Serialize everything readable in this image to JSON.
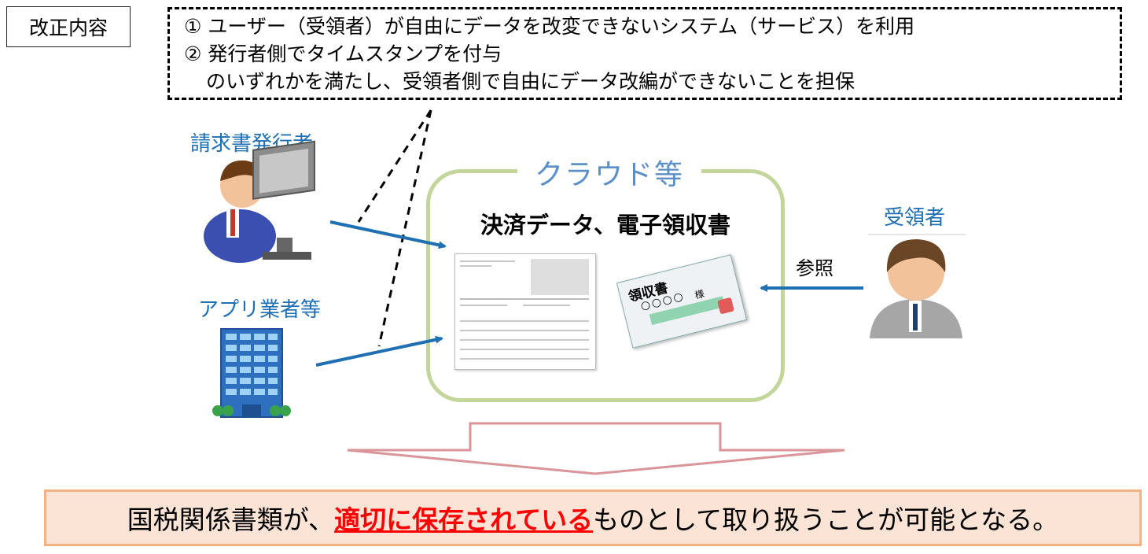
{
  "header": {
    "label": "改正内容",
    "notes": [
      "① ユーザー（受領者）が自由にデータを改変できないシステム（サービス）を利用",
      "② 発行者側でタイムスタンプを付与",
      "のいずれかを満たし、受領者側で自由にデータ改編ができないことを担保"
    ]
  },
  "actors": {
    "issuer": "請求書発行者",
    "app_vendor": "アプリ業者等",
    "recipient": "受領者"
  },
  "cloud": {
    "title": "クラウド等",
    "heading": "決済データ、電子領収書"
  },
  "receipt": {
    "title": "領収書",
    "honorific": "様"
  },
  "reference_label": "参照",
  "conclusion": {
    "before": "国税関係書類が、",
    "highlight": "適切に保存されている",
    "after": "ものとして取り扱うことが可能となる。"
  },
  "colors": {
    "arrow_blue": "#1f6fb3",
    "cloud_border": "#c3d59b",
    "conclusion_fill": "#fbe4d5",
    "conclusion_border": "#f4b183",
    "highlight_red": "#ff0000"
  }
}
